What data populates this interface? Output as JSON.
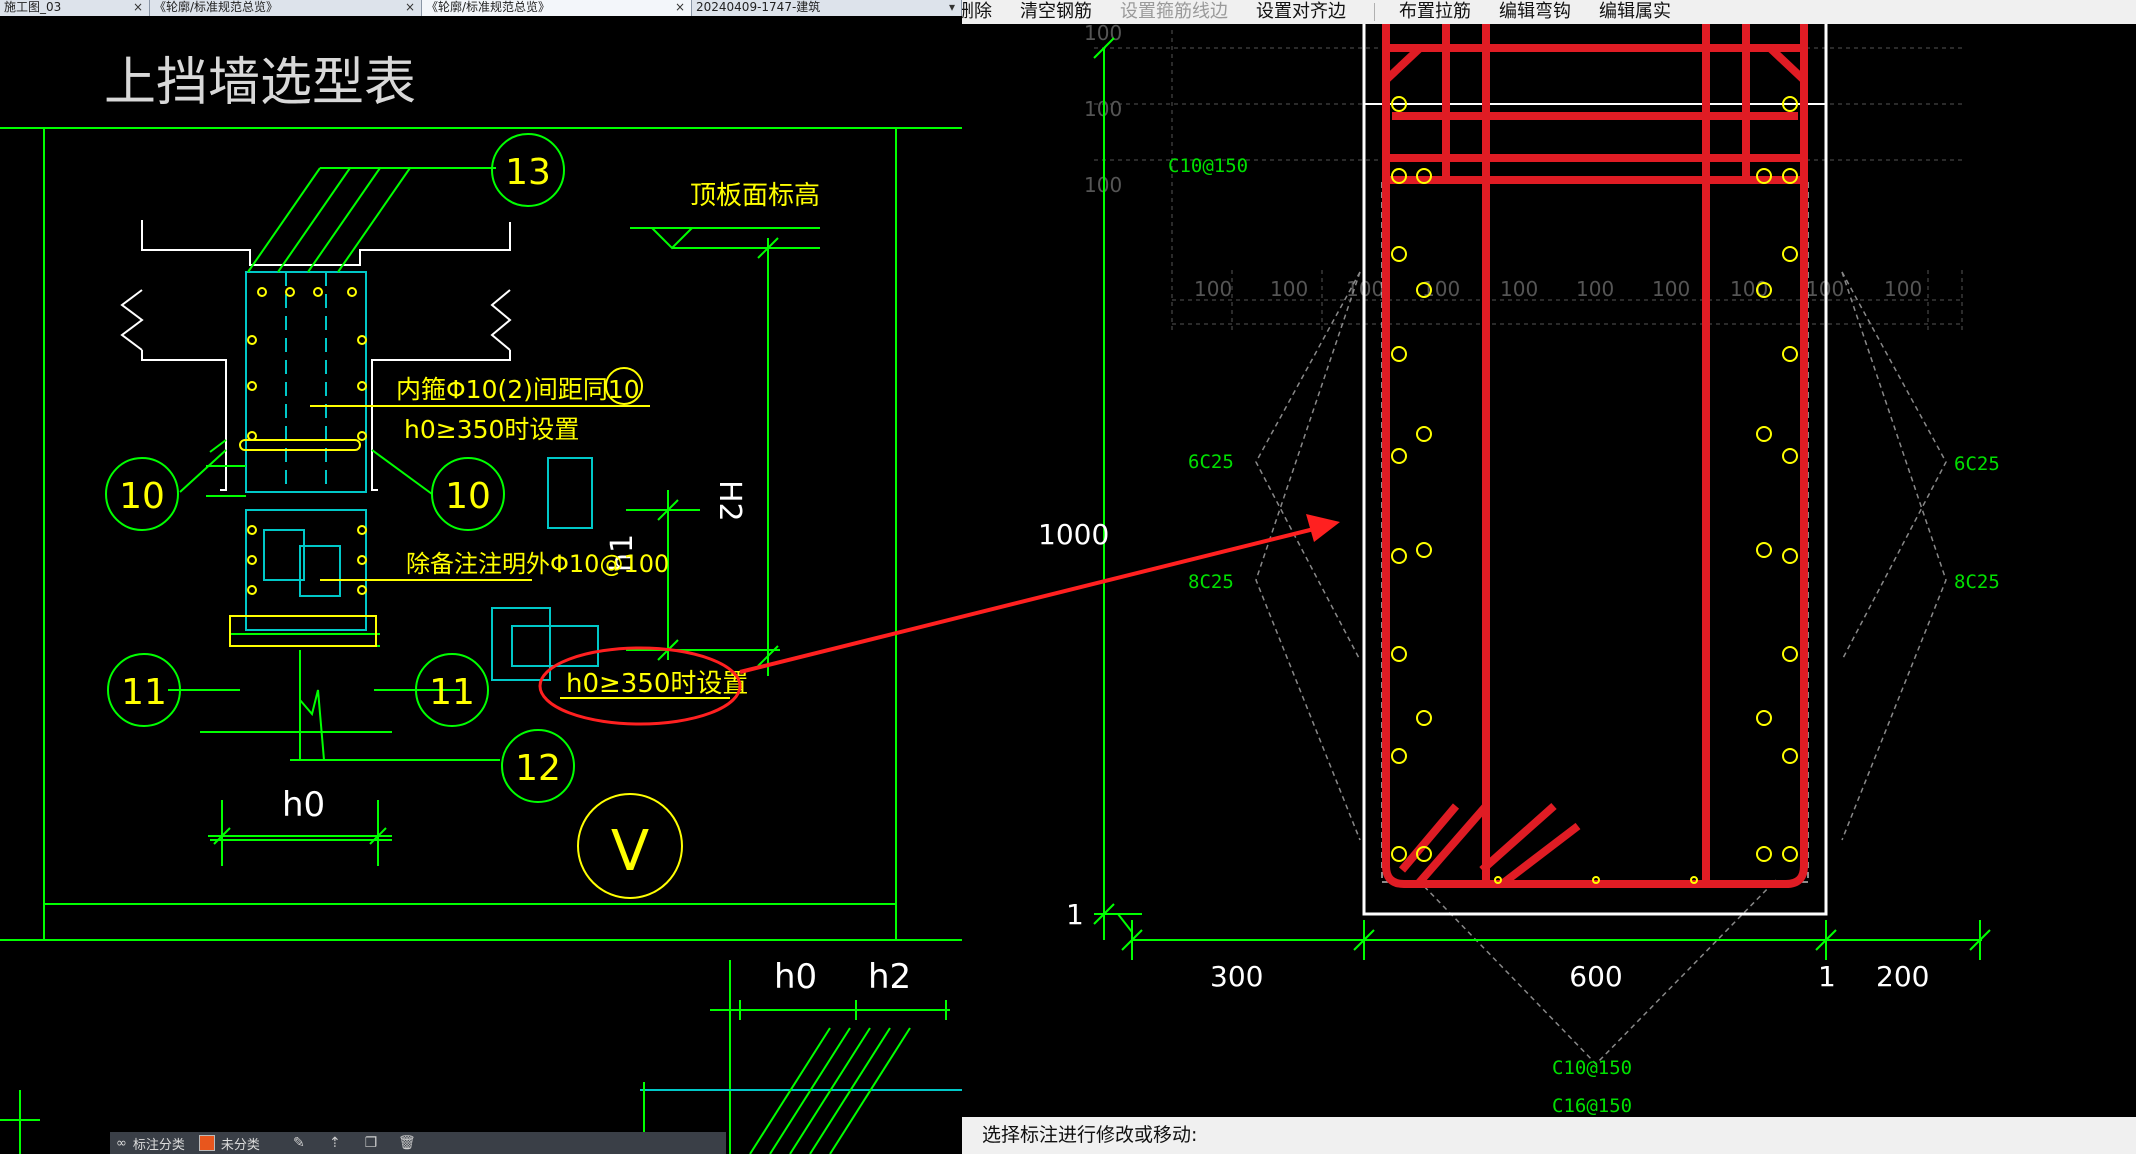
{
  "left_window": {
    "tabs": [
      {
        "label": "施工图_03",
        "close": "×",
        "active": false
      },
      {
        "label": "《轮廓/标准规范总览》",
        "close": "×",
        "active": false
      },
      {
        "label": "《轮廓/标准规范总览》",
        "close": "×",
        "active": true
      },
      {
        "label": "20240409-1747-建筑",
        "close": "▾",
        "active": false
      }
    ],
    "drawing": {
      "title": "上挡墙选型表",
      "callouts": {
        "c13": "13",
        "c10a": "10",
        "c10b": "10",
        "c11a": "11",
        "c11b": "11",
        "c12": "12",
        "v": "V"
      },
      "notes": {
        "top_level": "顶板面标高",
        "inner_stirrup": "内箍Φ10(2)间距同10",
        "h0_note1": "h0≥350时设置",
        "other_note": "除备注注明外Φ10@100",
        "h0_note2": "h0≥350时设置"
      },
      "dims": {
        "H2": "H2",
        "h1": "h1",
        "h0": "h0",
        "h0b": "h0",
        "h2": "h2"
      }
    },
    "status_bar": {
      "items": [
        "标注分类",
        "未分类"
      ]
    }
  },
  "right_window": {
    "toolbar": [
      {
        "label": "删除",
        "enabled": true
      },
      {
        "label": "清空钢筋",
        "enabled": true
      },
      {
        "label": "设置箍筋线边",
        "enabled": false
      },
      {
        "label": "设置对齐边",
        "enabled": true
      },
      {
        "label": "布置拉筋",
        "enabled": true
      },
      {
        "label": "编辑弯钩",
        "enabled": true
      },
      {
        "label": "编辑属实",
        "enabled": true
      }
    ],
    "section": {
      "grid_labels_top": [
        "100",
        "100",
        "100",
        "100",
        "100",
        "100",
        "100",
        "100",
        "100",
        "100"
      ],
      "grid_labels_left": [
        "100",
        "100",
        "100"
      ],
      "rebar_labels": {
        "top_stirrup": "C10@150",
        "left_outer": "6C25",
        "left_inner": "8C25",
        "right_outer": "6C25",
        "right_inner": "8C25",
        "bottom_stirrup1": "C10@150",
        "bottom_stirrup2": "C16@150"
      },
      "dimensions": {
        "height": "1000",
        "origin": "1",
        "left": "300",
        "width": "600",
        "right_origin": "1",
        "right": "200"
      }
    },
    "command_prompt": "选择标注进行修改或移动:"
  },
  "colors": {
    "cad_green": "#00ff00",
    "cad_yellow": "#ffff00",
    "cad_cyan": "#00c8c8",
    "rebar_red": "#e01c24",
    "annotation_red": "#ff2020",
    "label_green": "#00e000"
  }
}
